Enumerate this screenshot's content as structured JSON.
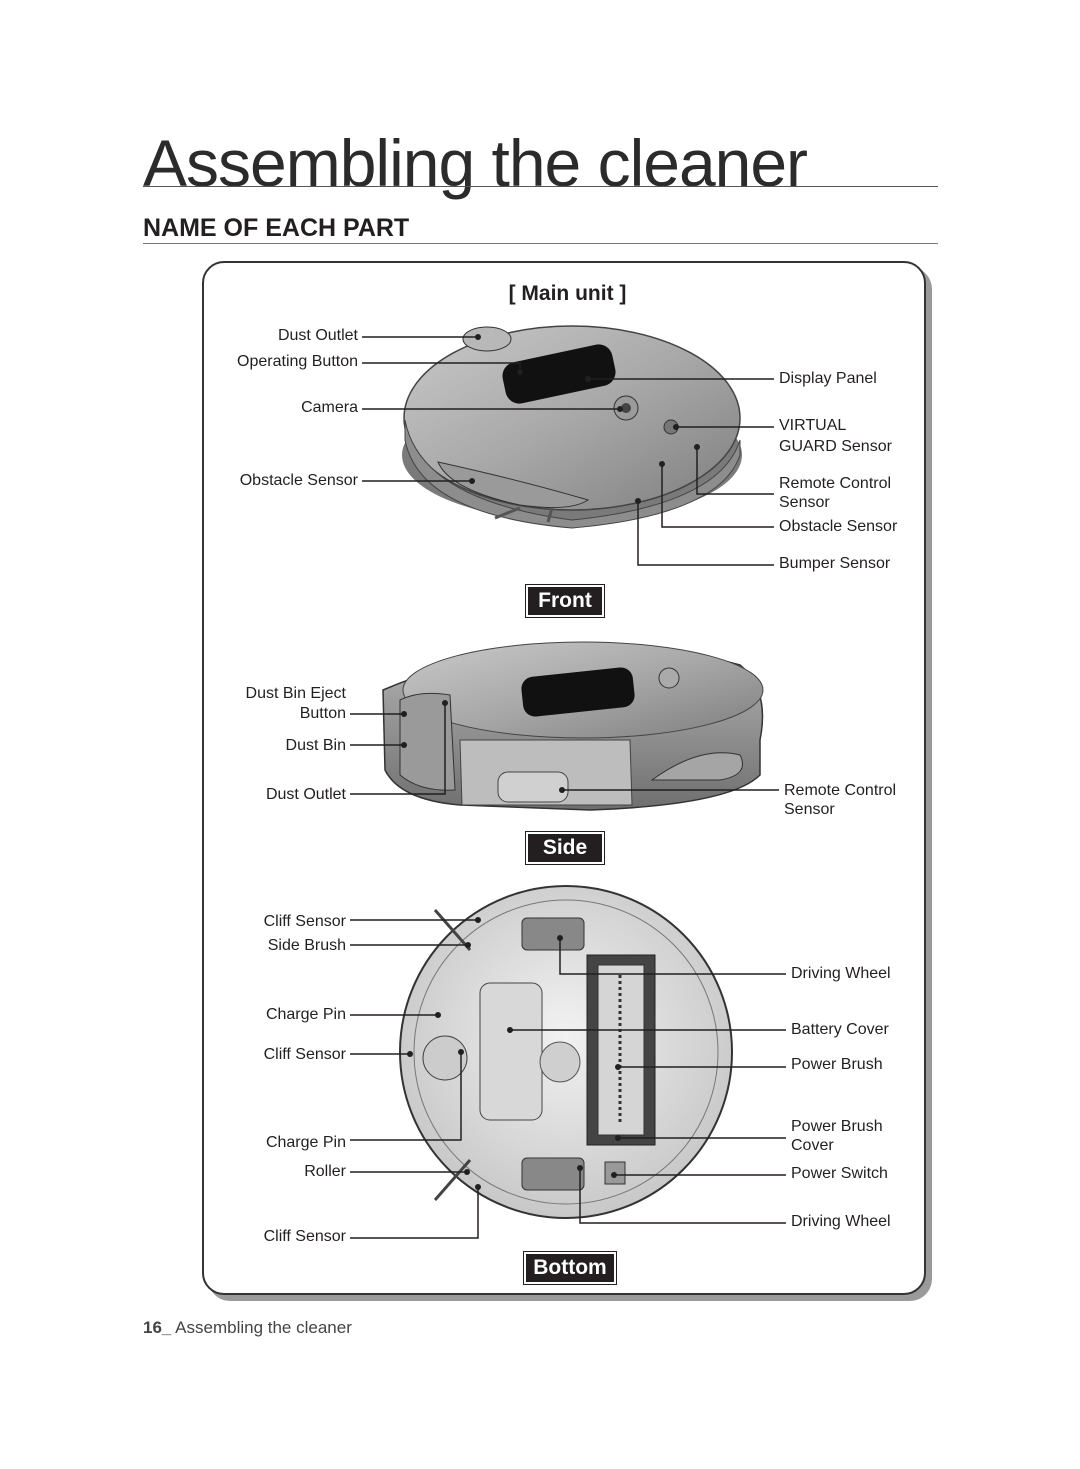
{
  "title": "Assembling the cleaner",
  "section": "NAME OF EACH PART",
  "panel_title": "[ Main unit ]",
  "views": {
    "front": {
      "tag": "Front",
      "left_labels": [
        "Dust Outlet",
        "Operating Button",
        "Camera",
        "Obstacle Sensor"
      ],
      "right_labels": [
        "Display Panel",
        "VIRTUAL",
        "GUARD Sensor",
        "Remote Control",
        "Sensor",
        "Obstacle Sensor",
        "Bumper Sensor"
      ]
    },
    "side": {
      "tag": "Side",
      "left_labels": [
        "Dust Bin Eject",
        "Button",
        "Dust Bin",
        "Dust Outlet"
      ],
      "right_labels": [
        "Remote Control",
        "Sensor"
      ]
    },
    "bottom": {
      "tag": "Bottom",
      "left_labels": [
        "Cliff Sensor",
        "Side Brush",
        "Charge Pin",
        "Cliff Sensor",
        "Charge Pin",
        "Roller",
        "Cliff Sensor"
      ],
      "right_labels": [
        "Driving Wheel",
        "Battery Cover",
        "Power Brush",
        "Power Brush",
        "Cover",
        "Power Switch",
        "Driving Wheel"
      ]
    }
  },
  "footer": {
    "page_number": "16_",
    "text": " Assembling the cleaner"
  }
}
